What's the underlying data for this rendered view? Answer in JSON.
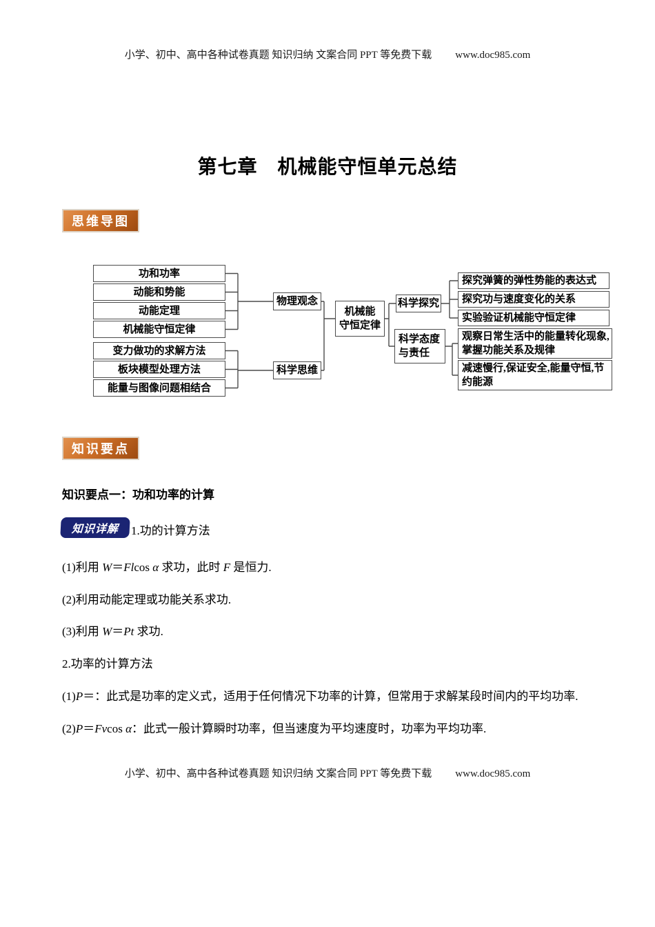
{
  "header": {
    "text": "小学、初中、高中各种试卷真题 知识归纳 文案合同 PPT 等免费下载",
    "url": "www.doc985.com"
  },
  "footer": {
    "text": "小学、初中、高中各种试卷真题 知识归纳 文案合同 PPT 等免费下载",
    "url": "www.doc985.com"
  },
  "title": "第七章　机械能守恒单元总结",
  "badges": {
    "mindmap": "思维导图",
    "knowledge": "知识要点",
    "detail": "知识详解"
  },
  "diagram": {
    "physics_topics": [
      "功和功率",
      "动能和势能",
      "动能定理",
      "机械能守恒定律"
    ],
    "thinking_topics": [
      "变力做功的求解方法",
      "板块模型处理方法",
      "能量与图像问题相结合"
    ],
    "physics_concept": "物理观念",
    "scientific_thinking": "科学思维",
    "center": {
      "line1": "机械能",
      "line2": "守恒定律"
    },
    "inquiry": "科学探究",
    "attitude": {
      "line1": "科学态度",
      "line2": "与责任"
    },
    "inquiry_items": [
      "探究弹簧的弹性势能的表达式",
      "探究功与速度变化的关系",
      "实验验证机械能守恒定律"
    ],
    "attitude_items": [
      "观察日常生活中的能量转化现象,掌握功能关系及规律",
      "减速慢行,保证安全,能量守恒,节约能源"
    ]
  },
  "content": {
    "section_heading": "知识要点一：功和功率的计算",
    "sub1": "1.功的计算方法",
    "w1": [
      "(1)利用 ",
      "W",
      "＝",
      "Fl",
      "cos ",
      "α",
      " 求功，此时 ",
      "F",
      " 是恒力."
    ],
    "w2": "(2)利用动能定理或功能关系求功.",
    "w3": [
      "(3)利用 ",
      "W",
      "＝",
      "Pt",
      " 求功."
    ],
    "sub2": "2.功率的计算方法",
    "p1": [
      "(1)",
      "P",
      "＝：此式是功率的定义式，适用于任何情况下功率的计算，但常用于求解某段时间内的平均功率."
    ],
    "p2": [
      "(2)",
      "P",
      "＝",
      "Fv",
      "cos ",
      "α",
      "：此式一般计算瞬时功率，但当速度为平均速度时，功率为平均功率."
    ]
  }
}
